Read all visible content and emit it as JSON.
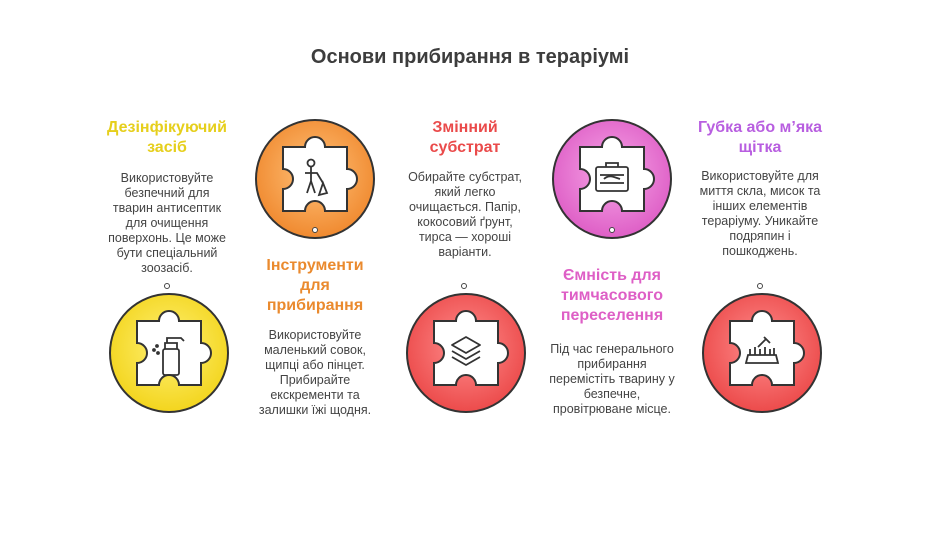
{
  "title": "Основи прибирання в тераріумі",
  "colors": {
    "yellow": "#e6cf1c",
    "orange": "#ea8a2e",
    "red": "#ea4a4a",
    "pink": "#de5fc6",
    "purple": "#b85ee0"
  },
  "items": [
    {
      "heading_lines": [
        "Дезінфікуючий",
        "засіб"
      ],
      "desc_lines": [
        "Використовуйте",
        "безпечний для",
        "тварин антисептик",
        "для очищення",
        "поверхонь. Це може",
        "бути спеціальний",
        "зоозасіб."
      ],
      "icon": "spray-bottle-icon",
      "color": "yellow"
    },
    {
      "heading_lines": [
        "Інструменти",
        "для",
        "прибирання"
      ],
      "desc_lines": [
        "Використовуйте",
        "маленький совок,",
        "щипці або пінцет.",
        "Прибирайте",
        "екскременти та",
        "залишки їжі щодня."
      ],
      "icon": "cleaning-person-icon",
      "color": "orange"
    },
    {
      "heading_lines": [
        "Змінний",
        "субстрат"
      ],
      "desc_lines": [
        "Обирайте субстрат,",
        "який легко",
        "очищається. Папір,",
        "кокосовий ґрунт,",
        "тирса — хороші",
        "варіанти."
      ],
      "icon": "layers-icon",
      "color": "red"
    },
    {
      "heading_lines": [
        "Ємність для",
        "тимчасового",
        "переселення"
      ],
      "desc_lines": [
        "Під час генерального",
        "прибирання",
        "перемістіть тварину у",
        "безпечне,",
        "провітрюване місце."
      ],
      "icon": "pet-carrier-icon",
      "color": "pink"
    },
    {
      "heading_lines": [
        "Губка або м’яка",
        "щітка"
      ],
      "desc_lines": [
        "Використовуйте для",
        "миття скла, мисок та",
        "інших елементів",
        "тераріуму. Уникайте",
        "подряпин і",
        "пошкоджень."
      ],
      "icon": "brush-icon",
      "color": "red"
    }
  ]
}
